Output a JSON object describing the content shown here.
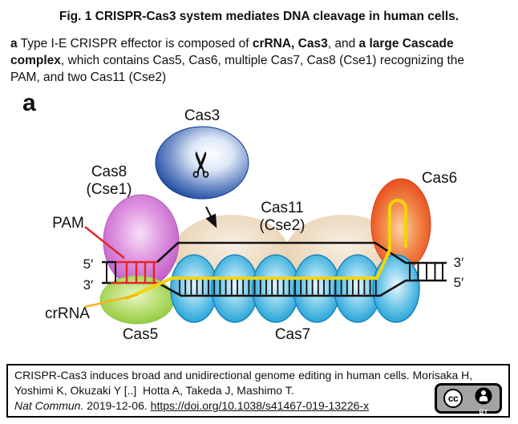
{
  "header": {
    "title": "Fig. 1 CRISPR-Cas3 system mediates DNA cleavage in human cells."
  },
  "caption": {
    "s0": "a",
    "s1": " Type I-E CRISPR effector is composed of ",
    "s2": "crRNA, Cas3",
    "s3": ", and ",
    "s4": "a large Cascade",
    "s5": "complex",
    "s6": ", which contains Cas5, Cas6, multiple Cas7, Cas8 (Cse1) recognizing the",
    "s7": "PAM, and two Cas11 (Cse2)"
  },
  "diagram": {
    "panel_label": "a",
    "labels": {
      "cas3": "Cas3",
      "cas8_line1": "Cas8",
      "cas8_line2": "(Cse1)",
      "pam": "PAM",
      "cas11_line1": "Cas11",
      "cas11_line2": "(Cse2)",
      "cas6": "Cas6",
      "crrna": "crRNA",
      "cas5": "Cas5",
      "cas7": "Cas7",
      "five_prime_left": "5′",
      "three_prime_left": "3′",
      "three_prime_right": "3′",
      "five_prime_right": "5′",
      "scissors": "✂"
    },
    "colors": {
      "cas3_navy": "#16419a",
      "cas8_magenta": "#c45fc8",
      "cas5_green": "#8cc83a",
      "cas6_orange": "#e84e1f",
      "cas7_blue": "#29a5da",
      "cas11_tan": "#ecd8bd",
      "crrna_yellow": "#f5d40a",
      "crrna_label_amber": "#f9b013",
      "pam_red": "#e42525",
      "dna_black": "#111111"
    }
  },
  "citation": {
    "line1": "CRISPR-Cas3 induces broad and unidirectional genome editing in human cells. Morisaka H,",
    "line2": "Yoshimi K, Okuzaki Y [..]  Hotta A, Takeda J, Mashimo T.",
    "journal": "Nat Commun.",
    "date": " 2019-12-06. ",
    "doi": "https://doi.org/10.1038/s41467-019-13226-x",
    "license": {
      "cc": "cc",
      "by": "BY"
    }
  }
}
